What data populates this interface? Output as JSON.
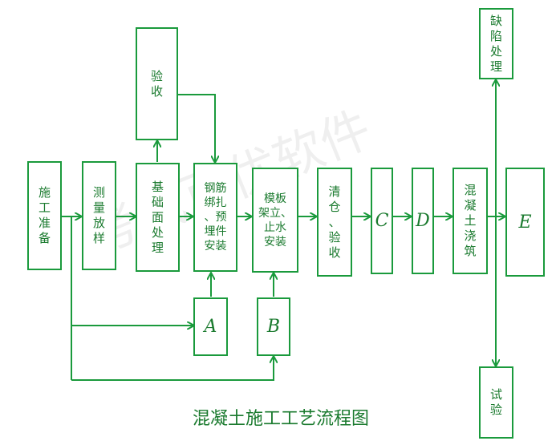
{
  "colors": {
    "line": "#1a9a3c",
    "text": "#1a7a2e"
  },
  "nodes": {
    "shigong_zhunbei": "施\n工\n准\n备",
    "celiang_fangyang": "测\n量\n放\n样",
    "jichu_chuli": "基\n础\n面\n处\n理",
    "yanshou_top": "验\n收",
    "gangjin": "钢筋\n绑扎\n、预\n埋件\n安装",
    "muban": "模板\n架立、\n止水\n安装",
    "qingcang": "清\n仓\n、\n验\n收",
    "c": "C",
    "d": "D",
    "jiaozhu": "混\n凝\n土\n浇\n筑",
    "e": "E",
    "a": "A",
    "b": "B",
    "quexian": "缺\n陷\n处\n理",
    "shiyan": "试\n验"
  },
  "caption": "混凝土施工工艺流程图",
  "watermark": "考试百优软件"
}
